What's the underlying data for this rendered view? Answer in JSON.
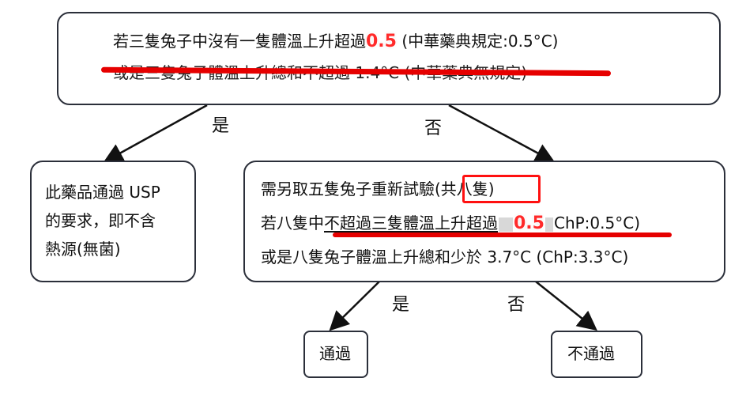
{
  "top_box": {
    "line1_prefix": "若三隻兔子中沒有一隻體溫上升超過",
    "line1_highlight": "0.5",
    "line1_suffix": " (中華藥典規定:0.5°C)",
    "line2": "或是三隻兔子體溫上升總和不超過 1.4°C  (中華藥典無規定)"
  },
  "branch_top": {
    "yes": "是",
    "no": "否"
  },
  "left_box": {
    "lines": [
      "此藥品通過 USP",
      "的要求，即不含",
      "熱源(無菌)"
    ]
  },
  "right_box": {
    "line1_prefix": "需另取五隻兔子重新試驗",
    "line1_boxed": "(共八隻)",
    "line2_prefix": "若八隻中",
    "line2_underlined": "不超過三隻體溫上升超過",
    "line2_highlight": "0.5",
    "line2_suffix": "ChP:0.5°C)",
    "line3": "或是八隻兔子體溫上升總和少於 3.7°C (ChP:3.3°C)"
  },
  "branch_bottom": {
    "yes": "是",
    "no": "否"
  },
  "result_pass": "通過",
  "result_fail": "不通過",
  "colors": {
    "strike": "#e60000",
    "highlight": "#ff2a2a",
    "border": "#2b2f3a"
  }
}
